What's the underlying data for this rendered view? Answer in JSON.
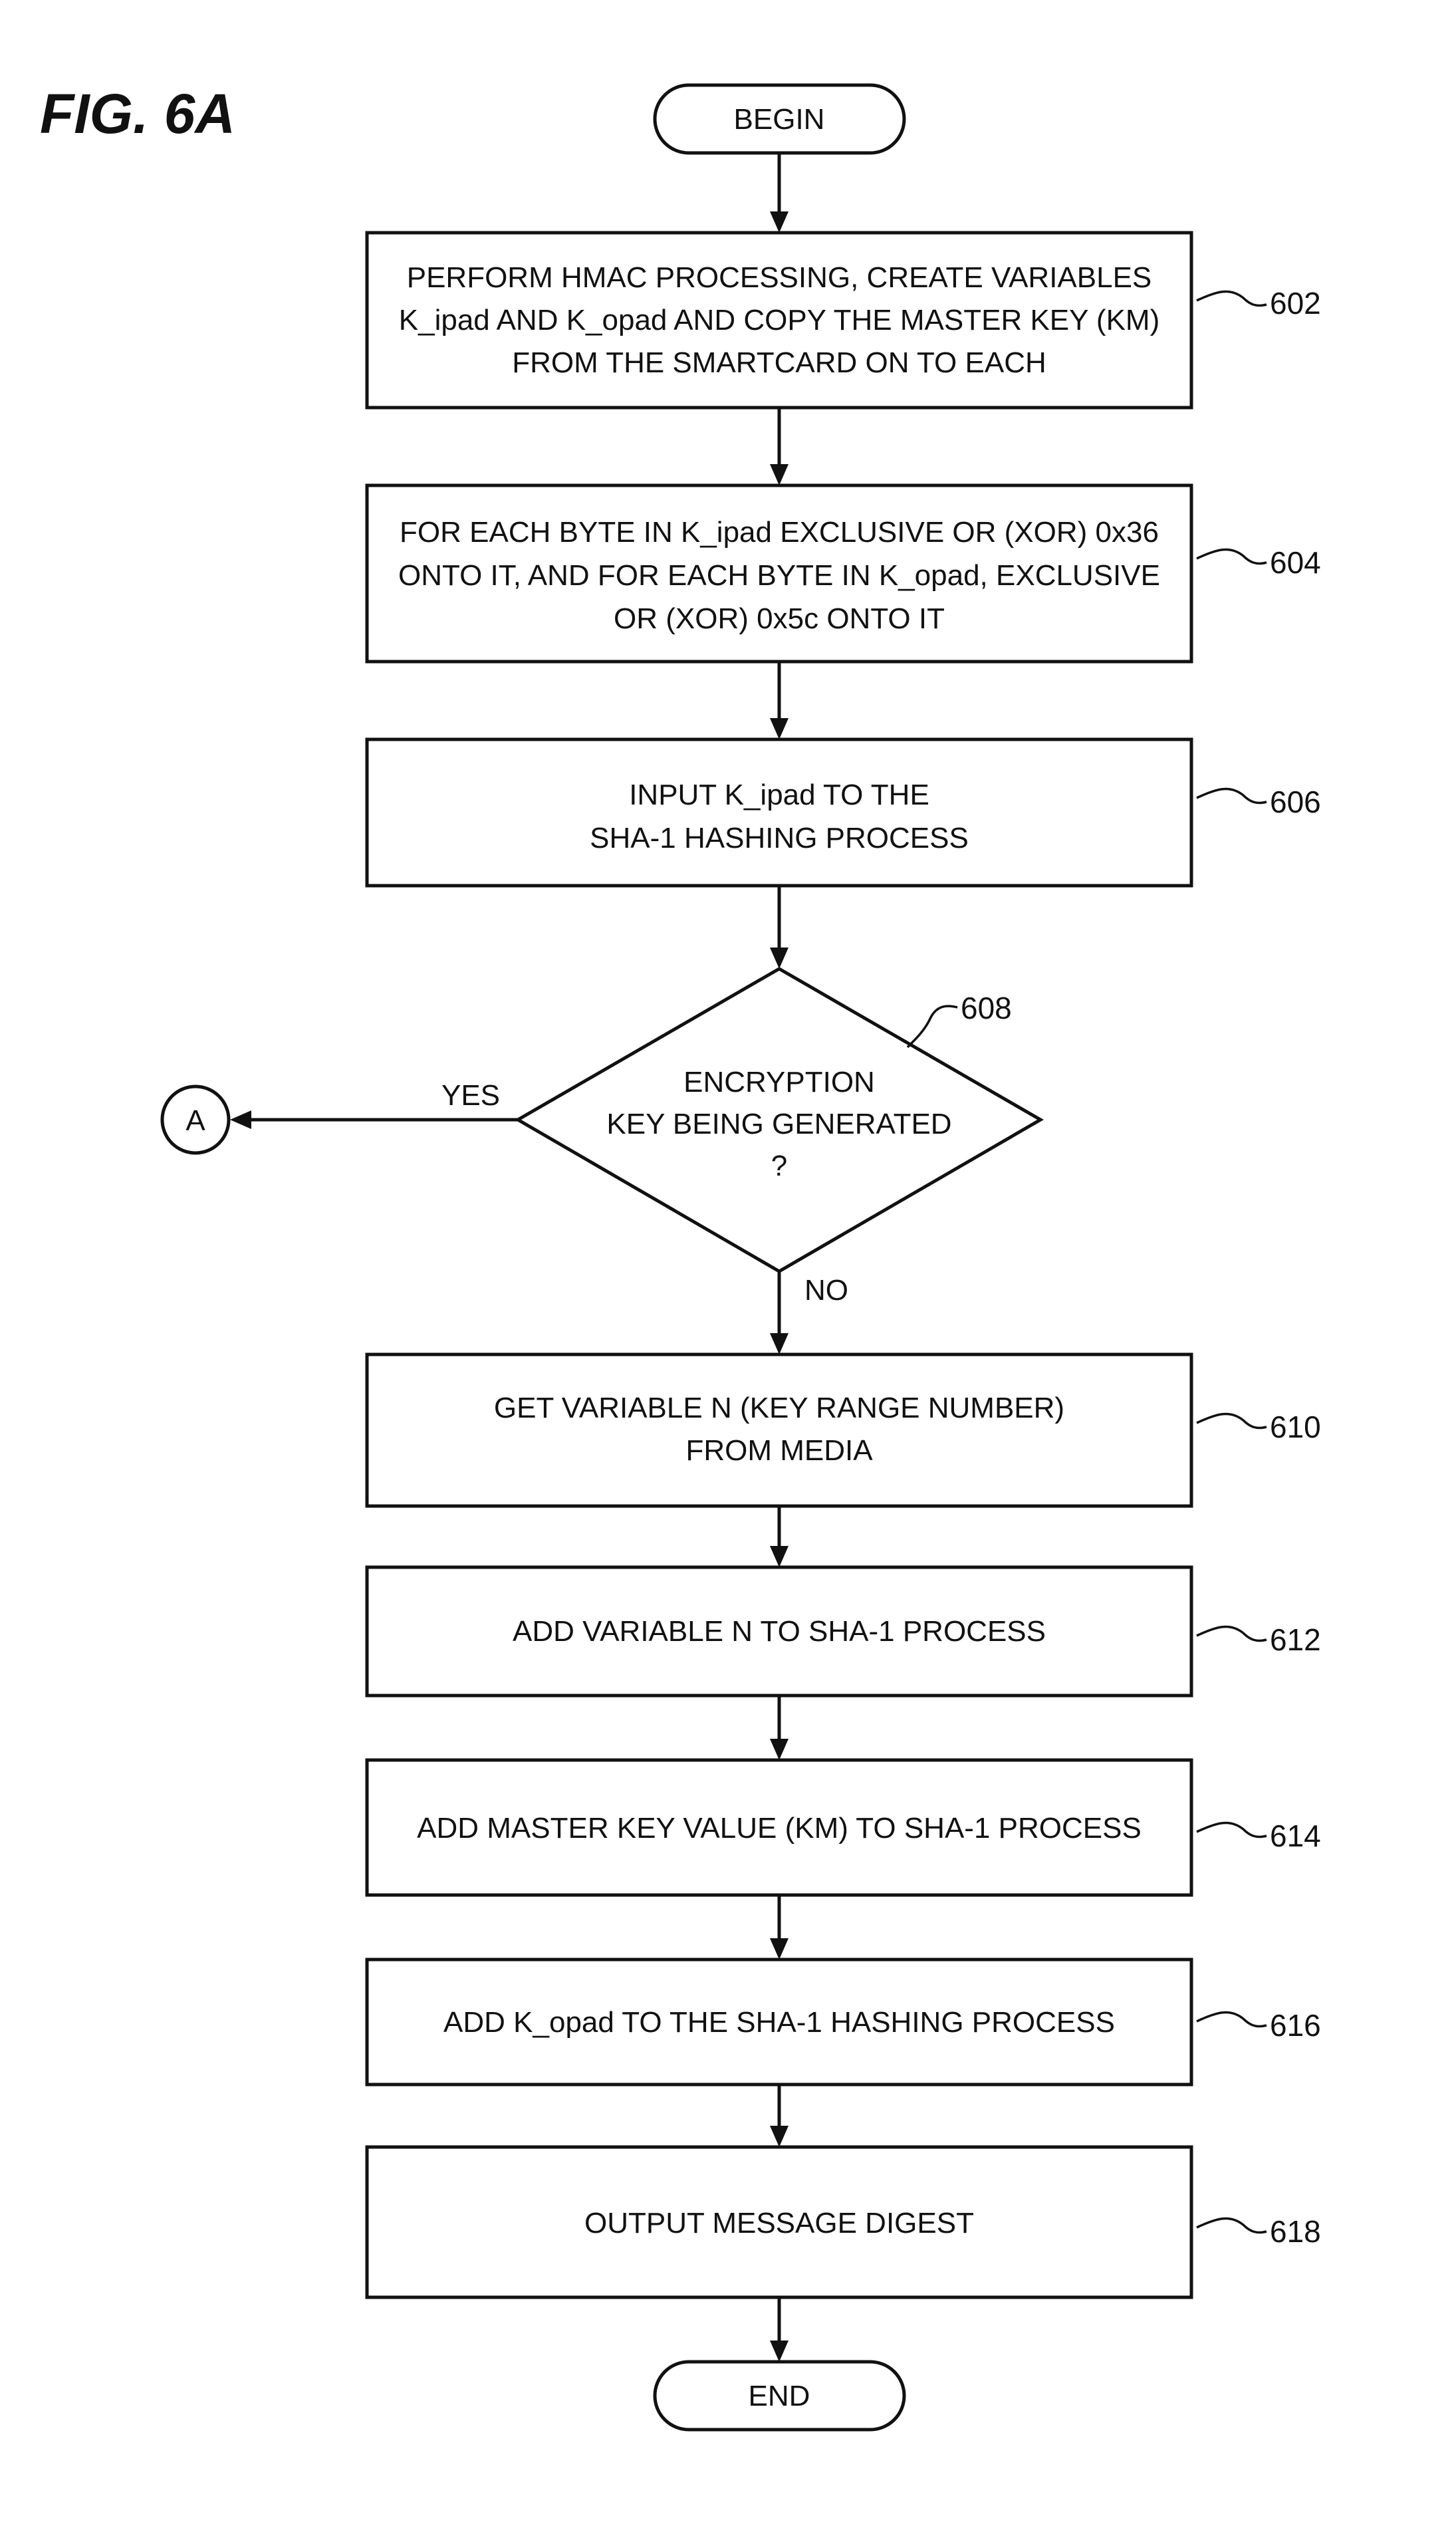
{
  "figure_label": "FIG. 6A",
  "terminals": {
    "begin": "BEGIN",
    "end": "END"
  },
  "steps": [
    {
      "ref": "602",
      "lines": [
        "PERFORM HMAC PROCESSING, CREATE VARIABLES",
        "K_ipad AND K_opad AND COPY THE MASTER KEY (KM)",
        "FROM THE SMARTCARD ON TO EACH"
      ]
    },
    {
      "ref": "604",
      "lines": [
        "FOR EACH BYTE IN K_ipad EXCLUSIVE OR (XOR) 0x36",
        "ONTO IT, AND FOR EACH BYTE IN K_opad, EXCLUSIVE",
        "OR (XOR) 0x5c ONTO IT"
      ]
    },
    {
      "ref": "606",
      "lines": [
        "INPUT K_ipad TO THE",
        "SHA-1 HASHING PROCESS"
      ]
    },
    {
      "ref": "610",
      "lines": [
        "GET VARIABLE N (KEY RANGE NUMBER)",
        "FROM MEDIA"
      ]
    },
    {
      "ref": "612",
      "lines": [
        "ADD VARIABLE N TO SHA-1 PROCESS"
      ]
    },
    {
      "ref": "614",
      "lines": [
        "ADD MASTER KEY VALUE (KM) TO SHA-1 PROCESS"
      ]
    },
    {
      "ref": "616",
      "lines": [
        "ADD K_opad TO THE SHA-1 HASHING PROCESS"
      ]
    },
    {
      "ref": "618",
      "lines": [
        "OUTPUT MESSAGE DIGEST"
      ]
    }
  ],
  "decision": {
    "ref": "608",
    "lines": [
      "ENCRYPTION",
      "KEY BEING GENERATED",
      "?"
    ],
    "yes_label": "YES",
    "no_label": "NO"
  },
  "connector": {
    "label": "A"
  }
}
